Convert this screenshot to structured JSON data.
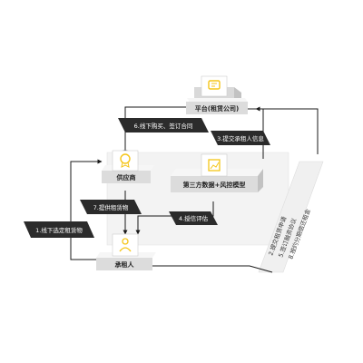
{
  "colors": {
    "accent": "#f5c518",
    "label_bg": "#2b2b2b",
    "line": "#1a1a1a",
    "block_top": "#f6f6f6",
    "block_front": "#d9d9d9",
    "block_side": "#c2c2c2",
    "platform": "#f3f3f3"
  },
  "nodes": {
    "platform": {
      "label": "平台(租赁公司)",
      "icon": "chat-icon"
    },
    "supplier": {
      "label": "供应商",
      "icon": "badge-icon"
    },
    "third_party": {
      "label": "第三方数据+风控模型",
      "icon": "chart-icon"
    },
    "lessee": {
      "label": "承租人",
      "icon": "user-icon"
    }
  },
  "labels": {
    "step1": "1.线下选定租赁物",
    "step2": "2.提交租赁申请",
    "step3": "3.提交承租人信息",
    "step4": "4.授信评估",
    "step5": "5.签订融资协议",
    "step6": "6.线下购买、签订合同",
    "step7": "7.提供租赁物",
    "step8": "8.按约分期偿还租金"
  }
}
